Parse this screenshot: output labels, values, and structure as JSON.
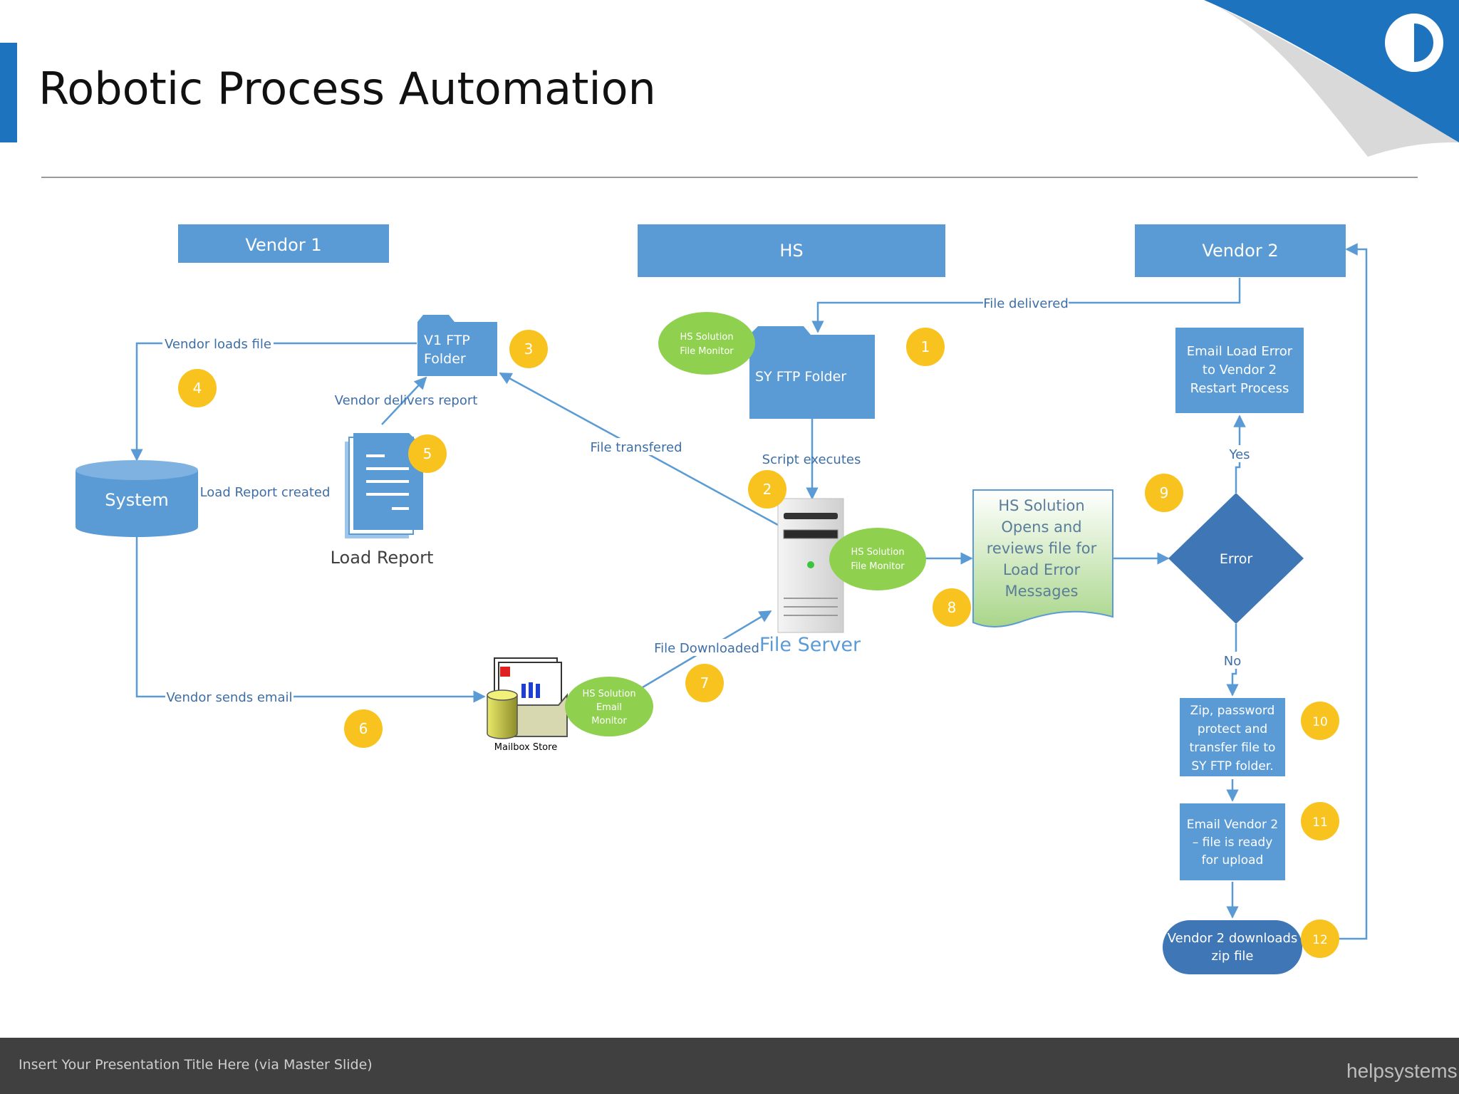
{
  "slide": {
    "title": "Robotic Process Automation",
    "footer_text": "Insert Your Presentation Title Here (via Master Slide)",
    "brand": "helpsystems"
  },
  "colors": {
    "accent_blue": "#1e73be",
    "box_blue": "#5b9bd5",
    "line_blue": "#5b9bd5",
    "label_blue": "#3d6fa6",
    "badge_yellow": "#f9c31f",
    "monitor_green": "#8fd14f",
    "doc_green": "#c6e5b0",
    "footer_gray": "#404041"
  },
  "diagram": {
    "headers": {
      "vendor1": "Vendor 1",
      "hs": "HS",
      "vendor2": "Vendor 2"
    },
    "nodes": {
      "system": "System",
      "v1_ftp_line1": "V1 FTP",
      "v1_ftp_line2": "Folder",
      "sy_ftp": "SY FTP Folder",
      "load_report": "Load Report",
      "file_server": "File Server",
      "mailbox_store": "Mailbox Store",
      "monitor1_line1": "HS Solution",
      "monitor1_line2": "File Monitor",
      "monitor2_line1": "HS Solution",
      "monitor2_line2": "File Monitor",
      "monitor3_line1": "HS Solution",
      "monitor3_line2": "Email",
      "monitor3_line3": "Monitor",
      "hs_doc": [
        "HS Solution",
        "Opens and",
        "reviews file for",
        "Load Error",
        "Messages"
      ],
      "error": "Error",
      "email_load_error": [
        "Email Load Error",
        "to Vendor 2",
        "Restart Process"
      ],
      "zip_box": [
        "Zip, password",
        "protect and",
        "transfer file to",
        "SY FTP folder."
      ],
      "email_vendor2": [
        "Email Vendor 2",
        "– file is ready",
        "for upload"
      ],
      "vendor2_downloads": [
        "Vendor 2 downloads",
        "zip file"
      ]
    },
    "labels": {
      "file_delivered": "File delivered",
      "vendor_loads_file": "Vendor loads file",
      "vendor_delivers_report": "Vendor delivers report",
      "file_transfered": "File transfered",
      "script_executes": "Script executes",
      "load_report_created": "Load Report created",
      "file_downloaded": "File Downloaded",
      "vendor_sends_email": "Vendor sends email",
      "yes": "Yes",
      "no": "No"
    },
    "badges": [
      "1",
      "2",
      "3",
      "4",
      "5",
      "6",
      "7",
      "8",
      "9",
      "10",
      "11",
      "12"
    ]
  }
}
